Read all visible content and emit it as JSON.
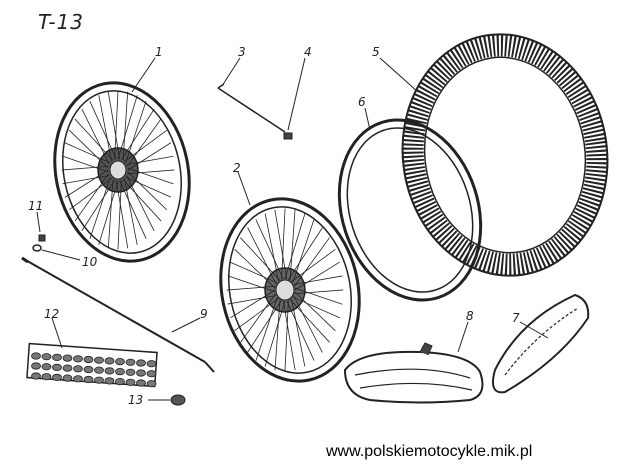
{
  "sheet": {
    "title": "T-13",
    "source_url": "www.polskiemotocykle.mik.pl"
  },
  "parts": [
    {
      "label": "1"
    },
    {
      "label": "2"
    },
    {
      "label": "3"
    },
    {
      "label": "4"
    },
    {
      "label": "5"
    },
    {
      "label": "6"
    },
    {
      "label": "7"
    },
    {
      "label": "8"
    },
    {
      "label": "9"
    },
    {
      "label": "10"
    },
    {
      "label": "11"
    },
    {
      "label": "12"
    },
    {
      "label": "13"
    }
  ],
  "colors": {
    "ink": "#222222",
    "paper": "#ffffff"
  }
}
